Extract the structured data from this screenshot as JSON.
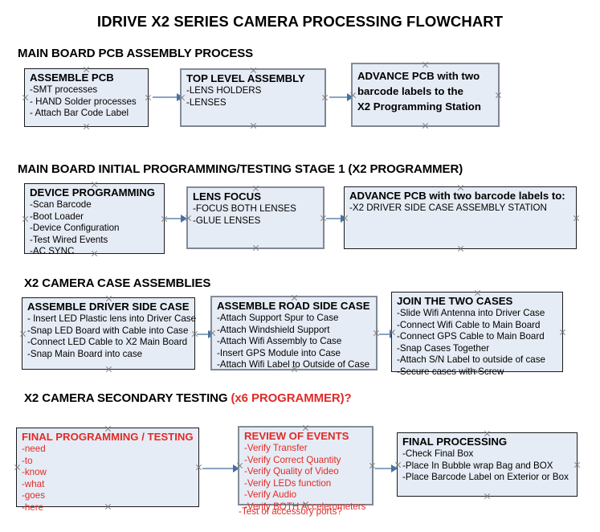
{
  "document": {
    "title": "IDRIVE X2  SERIES CAMERA PROCESSING FLOWCHART"
  },
  "colors": {
    "node_fill": "#e6ecf5",
    "node_border_thin": "#1a1a1a",
    "node_border_grey": "#7f8793",
    "arrow_shaft": "#8ba4c0",
    "arrow_head": "#4472a8",
    "accent_red": "#e02b27",
    "text_black": "#000000"
  },
  "sections": [
    {
      "heading": "MAIN BOARD PCB ASSEMBLY PROCESS",
      "heading_accent": "",
      "nodes": [
        {
          "title": "ASSEMBLE PCB",
          "lines": [
            "-SMT processes",
            "- HAND Solder processes",
            "- Attach Bar Code Label"
          ]
        },
        {
          "title": "TOP LEVEL ASSEMBLY",
          "lines": [
            "-LENS HOLDERS",
            "-LENSES"
          ]
        },
        {
          "title": "ADVANCE PCB with two",
          "lines": [
            "barcode labels to the",
            " X2 Programming Station"
          ]
        }
      ]
    },
    {
      "heading": "MAIN BOARD INITIAL PROGRAMMING/TESTING STAGE 1 (X2 PROGRAMMER)",
      "heading_accent": "",
      "nodes": [
        {
          "title": "DEVICE PROGRAMMING",
          "lines": [
            "-Scan Barcode",
            "-Boot Loader",
            "-Device Configuration",
            "-Test Wired Events",
            "-AC SYNC"
          ]
        },
        {
          "title": "LENS FOCUS",
          "lines": [
            "-FOCUS BOTH LENSES",
            "-GLUE LENSES"
          ]
        },
        {
          "title": "ADVANCE PCB with two barcode labels to:",
          "lines": [
            "-X2 DRIVER  SIDE  CASE  ASSEMBLY STATION"
          ]
        }
      ]
    },
    {
      "heading": "X2 CAMERA CASE ASSEMBLIES",
      "heading_accent": "",
      "nodes": [
        {
          "title": "ASSEMBLE DRIVER SIDE CASE",
          "lines": [
            "- Insert LED Plastic lens into Driver Case",
            "-Snap LED Board with Cable into Case",
            "-Connect LED Cable to X2 Main Board",
            "-Snap Main Board into case"
          ]
        },
        {
          "title": "ASSEMBLE ROAD SIDE CASE",
          "lines": [
            "-Attach Support Spur to Case",
            "-Attach Windshield Support",
            "-Attach Wifi Assembly to Case",
            "-Insert GPS Module into Case",
            "-Attach Wifi Label to Outside of Case"
          ]
        },
        {
          "title": "JOIN THE TWO CASES",
          "lines": [
            "-Slide Wifi Antenna into Driver Case",
            "-Connect Wifi Cable to Main Board",
            "-Connect GPS Cable to Main Board",
            "-Snap Cases Together",
            "-Attach S/N Label to outside of case",
            "-Secure cases with Screw"
          ]
        }
      ]
    },
    {
      "heading": "X2 CAMERA SECONDARY TESTING ",
      "heading_accent": "(x6 PROGRAMMER)?",
      "nodes": [
        {
          "title": "FINAL PROGRAMMING / TESTING",
          "lines": [
            "-need",
            "-to",
            "-know",
            "-what",
            "-goes",
            "-here"
          ]
        },
        {
          "title": "REVIEW OF EVENTS",
          "lines": [
            "-Verify Transfer",
            "-Verify Correct Quantity",
            "-Verify Quality of Video",
            "-Verify LEDs function",
            "-Verify Audio",
            "-Verify BOTH Accelerometers"
          ],
          "overflow_line": "-Test of accessory ports?"
        },
        {
          "title": "FINAL PROCESSING",
          "lines": [
            " -Check Final Box",
            "-Place In Bubble wrap Bag and BOX",
            "-Place Barcode Label on Exterior or Box"
          ]
        }
      ]
    }
  ]
}
